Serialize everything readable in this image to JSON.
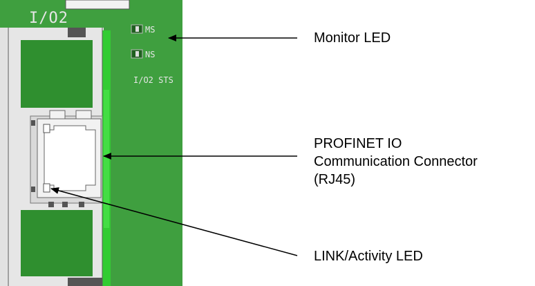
{
  "colors": {
    "board": "#3f9f3f",
    "board_dark": "#2e7d32",
    "bright_strip": "#33cc33",
    "silkscreen": "#e6e6e6",
    "housing": "#e8e8e8",
    "connector": "#f2f2f2",
    "leader_line": "#000000"
  },
  "board": {
    "module_label": "I/O2",
    "led_labels": {
      "ms": "MS",
      "ns": "NS"
    },
    "status_label": "I/O2 STS"
  },
  "callouts": {
    "monitor_led": "Monitor LED",
    "connector_line1": "PROFINET IO",
    "connector_line2": "Communication Connector",
    "connector_line3": "(RJ45)",
    "link_led": "LINK/Activity LED"
  }
}
